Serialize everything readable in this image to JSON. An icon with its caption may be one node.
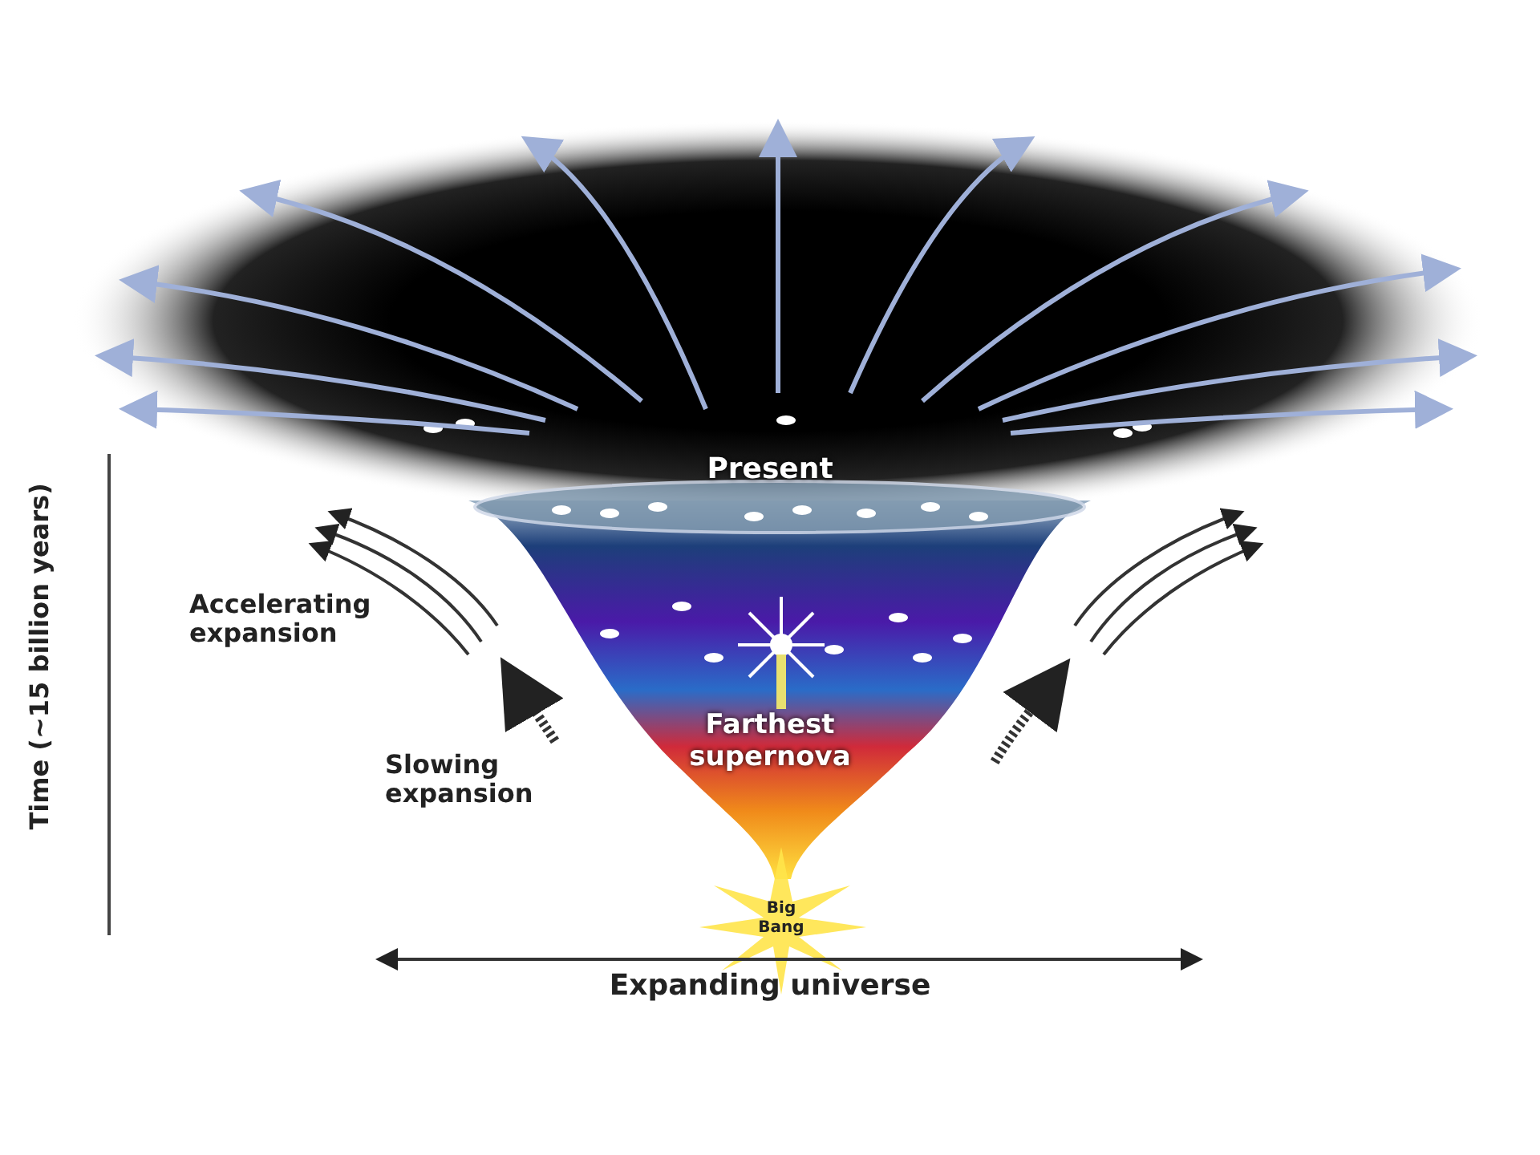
{
  "diagram": {
    "labels": [
      "Present",
      "Time (~15 billion years)",
      "Accelerating expansion",
      "Farthest supernova",
      "Slowing expansion",
      "Big Bang",
      "Expanding universe"
    ]
  }
}
